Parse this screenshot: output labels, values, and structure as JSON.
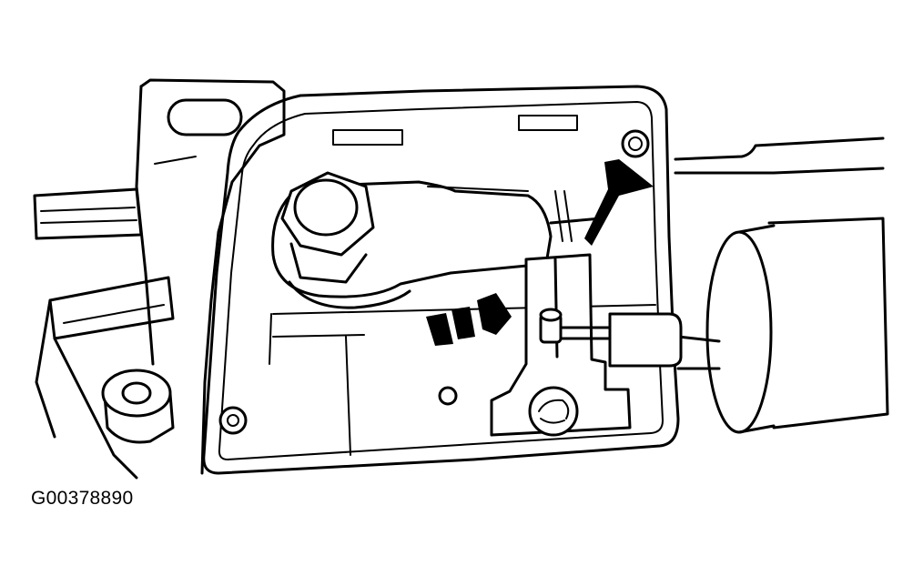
{
  "figure": {
    "id_label": "G00378890",
    "line_color": "#000000",
    "background_color": "#ffffff",
    "callouts": [
      {
        "name": "arrow-pointer",
        "kind": "solid-arrow"
      },
      {
        "name": "arrow-movement",
        "kind": "dashed-direction-arrow"
      }
    ]
  }
}
